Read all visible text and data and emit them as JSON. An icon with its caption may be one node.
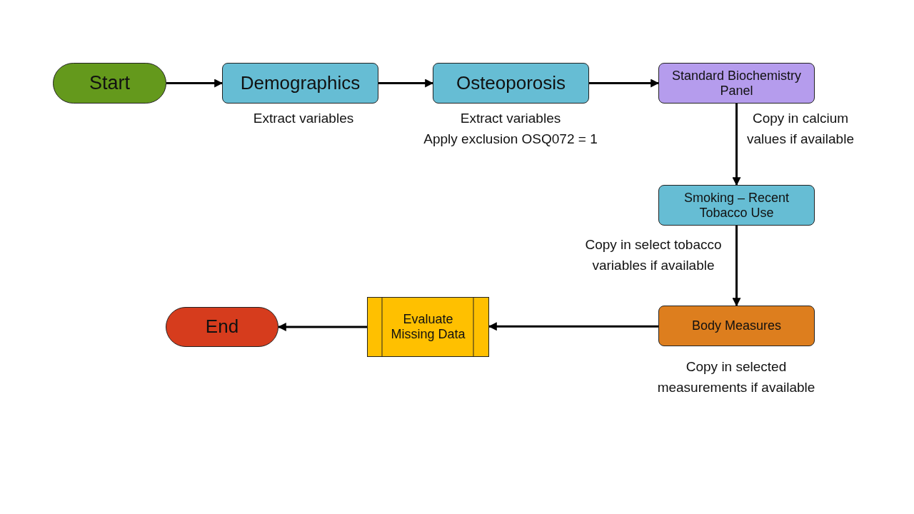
{
  "diagram": {
    "nodes": [
      {
        "text": [
          "Start"
        ]
      },
      {
        "text": [
          "Demographics"
        ],
        "beside": [
          "Extract variables"
        ]
      },
      {
        "text": [
          "Osteoporosis"
        ],
        "beside": [
          "Extract variables",
          "Apply exclusion OSQ072 = 1"
        ]
      },
      {
        "text": [
          "Standard Biochemistry Panel"
        ],
        "beside": [
          "Copy in calcium values if available"
        ]
      },
      {
        "text": [
          "Smoking – Recent Tobacco Use"
        ],
        "beside": [
          "Copy in select tobacco variables if available"
        ]
      },
      {
        "text": [
          "Body Measures"
        ],
        "beside": [
          "Copy in selected measurements if available"
        ]
      },
      {
        "text": [
          "Evaluate Missing Data"
        ]
      },
      {
        "text": [
          "End"
        ]
      }
    ],
    "edges": [
      {
        "from": 0,
        "to": 1,
        "arrow": "to"
      },
      {
        "from": 1,
        "to": 2,
        "arrow": "to"
      },
      {
        "from": 2,
        "to": 3,
        "arrow": "to"
      },
      {
        "from": 3,
        "to": 4,
        "arrow": "to"
      },
      {
        "from": 4,
        "to": 5,
        "arrow": "to"
      },
      {
        "from": 5,
        "to": 6,
        "arrow": "to"
      },
      {
        "from": 6,
        "to": 7,
        "arrow": "to"
      }
    ]
  }
}
